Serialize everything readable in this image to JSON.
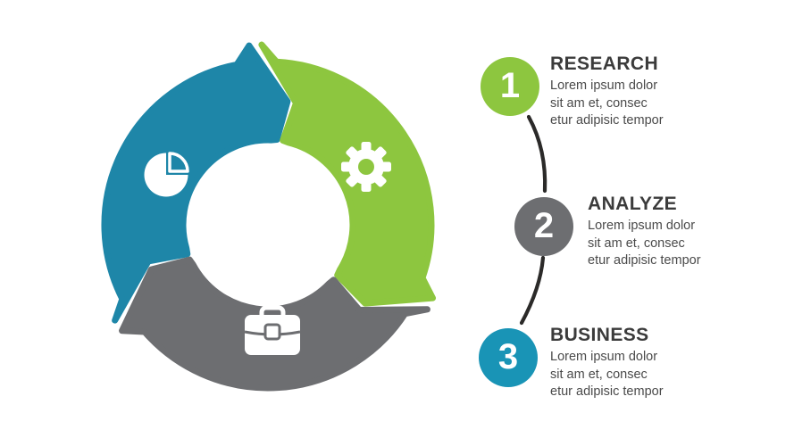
{
  "colors": {
    "blue": "#1e86a8",
    "green": "#8dc63f",
    "gray": "#6d6e71",
    "teal": "#1994b6",
    "connector": "#2b2a29",
    "icon_white": "#ffffff",
    "title_text": "#3b3b3b",
    "body_text": "#4a4a4a"
  },
  "diagram": {
    "arrows": [
      {
        "name": "research-arrow",
        "color": "#1e86a8",
        "icon": "pie-chart-icon"
      },
      {
        "name": "analyze-arrow",
        "color": "#8dc63f",
        "icon": "gear-icon"
      },
      {
        "name": "business-arrow",
        "color": "#6d6e71",
        "icon": "briefcase-icon"
      }
    ]
  },
  "steps": [
    {
      "number": "1",
      "title": "RESEARCH",
      "description": "Lorem ipsum dolor\nsit am et, consec\netur adipisic tempor",
      "color": "#8dc63f"
    },
    {
      "number": "2",
      "title": "ANALYZE",
      "description": "Lorem ipsum dolor\nsit am et, consec\netur adipisic tempor",
      "color": "#6d6e71"
    },
    {
      "number": "3",
      "title": "BUSINESS",
      "description": "Lorem ipsum dolor\nsit am et, consec\netur adipisic tempor",
      "color": "#1994b6"
    }
  ]
}
